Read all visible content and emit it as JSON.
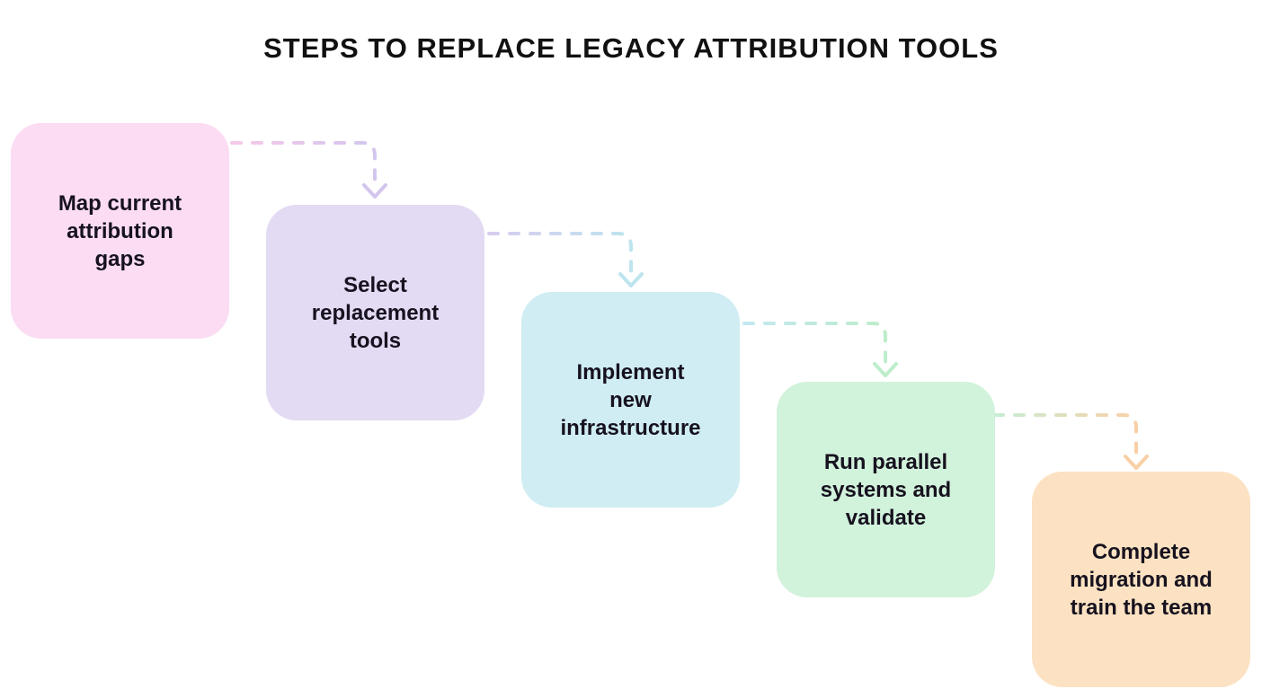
{
  "title": "STEPS TO REPLACE LEGACY ATTRIBUTION TOOLS",
  "diagram": {
    "steps": [
      {
        "label": "Map current\nattribution\ngaps",
        "color": "#FBDCF3"
      },
      {
        "label": "Select\nreplacement\ntools",
        "color": "#E3DAF3"
      },
      {
        "label": "Implement\nnew\ninfrastructure",
        "color": "#CFEDF3"
      },
      {
        "label": "Run parallel\nsystems and\nvalidate",
        "color": "#D1F2DB"
      },
      {
        "label": "Complete\nmigration and\ntrain the team",
        "color": "#FCE2C2"
      }
    ],
    "arrows": [
      {
        "from": "#F6C8E9",
        "to": "#D3C6EE"
      },
      {
        "from": "#D8CCF0",
        "to": "#BEE4EE"
      },
      {
        "from": "#C3E8F0",
        "to": "#BDEDCB"
      },
      {
        "from": "#C6EED3",
        "to": "#F9D0A6"
      }
    ],
    "text_color": "#17121f",
    "background": "#ffffff"
  }
}
